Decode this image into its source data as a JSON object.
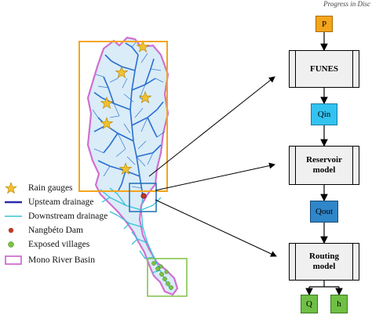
{
  "header": {
    "text": "Progress in Disc"
  },
  "legend": {
    "items": [
      {
        "label": "Rain gauges",
        "icon": "star-icon",
        "color": "#f2c12e"
      },
      {
        "label": "Upsteam drainage",
        "icon": "line-icon",
        "color": "#2a2aa8"
      },
      {
        "label": "Downstream drainage",
        "icon": "line-icon",
        "color": "#39c0d8"
      },
      {
        "label": "Nangbéto Dam",
        "icon": "dot-icon",
        "color": "#c0392b"
      },
      {
        "label": "Exposed villages",
        "icon": "dot-icon",
        "color": "#7dc242"
      },
      {
        "label": "Mono River Basin",
        "icon": "rect-icon",
        "color": "#d070d0"
      }
    ]
  },
  "flowchart": {
    "p": "P",
    "funes": "FUNES",
    "qin": "Qin",
    "reservoir": "Reservoir model",
    "qout": "Qout",
    "routing": "Routing model",
    "q": "Q",
    "h": "h"
  },
  "colors": {
    "basin_outline": "#d070d0",
    "upstream_box": "#f4a51c",
    "dam_box": "#1f6fb5",
    "village_box": "#7dc242",
    "upstream_drainage": "#2a6fd0",
    "downstream_drainage": "#39c0d8",
    "p_fill": "#f4a51c",
    "qin_fill": "#33c3f0",
    "qout_fill": "#2f86c9",
    "output_fill": "#6fbf44"
  }
}
